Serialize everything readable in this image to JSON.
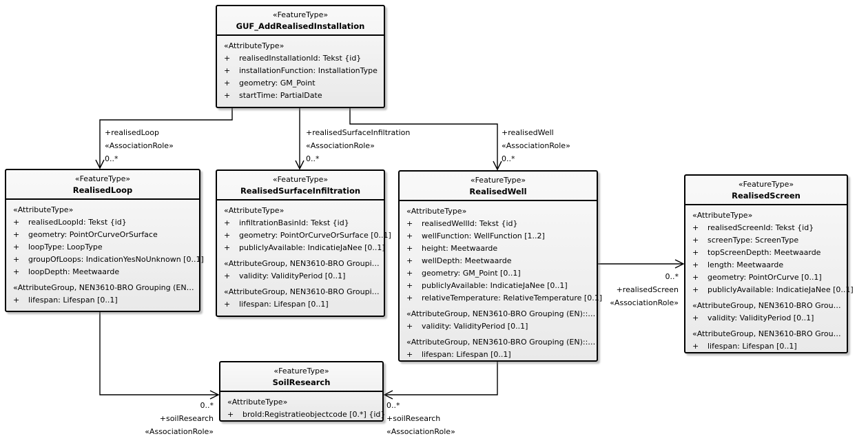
{
  "colors": {
    "box_border": "#000000",
    "box_fill_top": "#f9f9f9",
    "box_fill_bottom": "#e9e9e9",
    "connector_line": "#000000",
    "shadow": "#787878"
  },
  "classes": {
    "guf": {
      "stereotype": "«FeatureType»",
      "name": "GUF_AddRealisedInstallation",
      "sections": [
        {
          "header": "«AttributeType»",
          "rows": [
            {
              "vis": "+",
              "text": "realisedInstallationId: Tekst {id}"
            },
            {
              "vis": "+",
              "text": "installationFunction: InstallationType"
            },
            {
              "vis": "+",
              "text": "geometry: GM_Point"
            },
            {
              "vis": "+",
              "text": "startTime: PartialDate"
            }
          ]
        }
      ]
    },
    "loop": {
      "stereotype": "«FeatureType»",
      "name": "RealisedLoop",
      "sections": [
        {
          "header": "«AttributeType»",
          "rows": [
            {
              "vis": "+",
              "text": "realisedLoopId: Tekst {id}"
            },
            {
              "vis": "+",
              "text": "geometry: PointOrCurveOrSurface"
            },
            {
              "vis": "+",
              "text": "loopType: LoopType"
            },
            {
              "vis": "+",
              "text": "groupOfLoops: IndicationYesNoUnknown [0..1]"
            },
            {
              "vis": "+",
              "text": "loopDepth: Meetwaarde"
            }
          ]
        },
        {
          "header": "«AttributeGroup, NEN3610-BRO Grouping (EN…",
          "rows": [
            {
              "vis": "+",
              "text": "lifespan: Lifespan [0..1]"
            }
          ]
        }
      ]
    },
    "rsi": {
      "stereotype": "«FeatureType»",
      "name": "RealisedSurfaceInfiltration",
      "sections": [
        {
          "header": "«AttributeType»",
          "rows": [
            {
              "vis": "+",
              "text": "infiltrationBasinId: Tekst {id}"
            },
            {
              "vis": "+",
              "text": "geometry: PointOrCurveOrSurface [0..1]"
            },
            {
              "vis": "+",
              "text": "publiclyAvailable: IndicatieJaNee [0..1]"
            }
          ]
        },
        {
          "header": "«AttributeGroup, NEN3610-BRO Groupi…",
          "rows": [
            {
              "vis": "+",
              "text": "validity: ValidityPeriod [0..1]"
            }
          ]
        },
        {
          "header": "«AttributeGroup, NEN3610-BRO Groupi…",
          "rows": [
            {
              "vis": "+",
              "text": "lifespan: Lifespan [0..1]"
            }
          ]
        }
      ]
    },
    "well": {
      "stereotype": "«FeatureType»",
      "name": "RealisedWell",
      "sections": [
        {
          "header": "«AttributeType»",
          "rows": [
            {
              "vis": "+",
              "text": "realisedWellId: Tekst {id}"
            },
            {
              "vis": "+",
              "text": "wellFunction: WellFunction [1..2]"
            },
            {
              "vis": "+",
              "text": "height: Meetwaarde"
            },
            {
              "vis": "+",
              "text": "wellDepth: Meetwaarde"
            },
            {
              "vis": "+",
              "text": "geometry: GM_Point [0..1]"
            },
            {
              "vis": "+",
              "text": "publiclyAvailable: IndicatieJaNee [0..1]"
            },
            {
              "vis": "+",
              "text": "relativeTemperature: RelativeTemperature [0.1]"
            }
          ]
        },
        {
          "header": "«AttributeGroup, NEN3610-BRO Grouping (EN)::…",
          "rows": [
            {
              "vis": "+",
              "text": "validity: ValidityPeriod [0..1]"
            }
          ]
        },
        {
          "header": "«AttributeGroup, NEN3610-BRO Grouping (EN)::…",
          "rows": [
            {
              "vis": "+",
              "text": "lifespan: Lifespan [0..1]"
            }
          ]
        }
      ]
    },
    "screen": {
      "stereotype": "«FeatureType»",
      "name": "RealisedScreen",
      "sections": [
        {
          "header": "«AttributeType»",
          "rows": [
            {
              "vis": "+",
              "text": "realisedScreenId: Tekst {id}"
            },
            {
              "vis": "+",
              "text": "screenType: ScreenType"
            },
            {
              "vis": "+",
              "text": "topScreenDepth: Meetwaarde"
            },
            {
              "vis": "+",
              "text": "length: Meetwaarde"
            },
            {
              "vis": "+",
              "text": "geometry: PointOrCurve [0..1]"
            },
            {
              "vis": "+",
              "text": "publiclyAvailable: IndicatieJaNee [0..1]"
            }
          ]
        },
        {
          "header": "«AttributeGroup, NEN3610-BRO Grou…",
          "rows": [
            {
              "vis": "+",
              "text": "validity: ValidityPeriod [0..1]"
            }
          ]
        },
        {
          "header": "«AttributeGroup, NEN3610-BRO Grou…",
          "rows": [
            {
              "vis": "+",
              "text": "lifespan: Lifespan [0..1]"
            }
          ]
        }
      ]
    },
    "soil": {
      "stereotype": "«FeatureType»",
      "name": "SoilResearch",
      "sections": [
        {
          "header": "«AttributeType»",
          "rows": [
            {
              "vis": "+",
              "text": "broId:Registratieobjectcode [0.*] {id}"
            }
          ]
        }
      ]
    }
  },
  "associations": {
    "realised_loop": {
      "role": "+realisedLoop",
      "stereotype": "«AssociationRole»",
      "multiplicity": "0..*"
    },
    "realised_surface_infiltration": {
      "role": "+realisedSurfaceInfiltration",
      "stereotype": "«AssociationRole»",
      "multiplicity": "0..*"
    },
    "realised_well": {
      "role": "+realisedWell",
      "stereotype": "«AssociationRole»",
      "multiplicity": "0..*"
    },
    "realised_screen": {
      "role": "+realisedScreen",
      "stereotype": "«AssociationRole»",
      "multiplicity": "0..*"
    },
    "soil_research_left": {
      "role": "+soilResearch",
      "stereotype": "«AssociationRole»",
      "multiplicity": "0..*"
    },
    "soil_research_right": {
      "role": "+soilResearch",
      "stereotype": "«AssociationRole»",
      "multiplicity": "0..*"
    }
  }
}
